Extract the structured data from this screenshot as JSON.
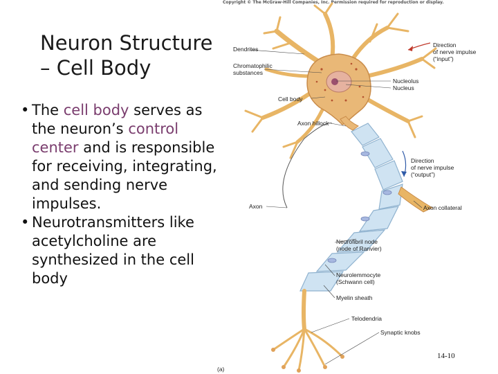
{
  "slide": {
    "title": "Neuron Structure – Cell Body",
    "bullets": [
      {
        "parts": [
          "The ",
          "cell body",
          " serves as the neuron’s ",
          "control center",
          " and is responsible for receiving, integrating, and sending nerve impulses."
        ]
      },
      {
        "parts": [
          "Neurotransmitters like acetylcholine are synthesized in the cell body"
        ]
      }
    ],
    "page_number": "14-10"
  },
  "figure": {
    "copyright": "Copyright © The McGraw-Hill Companies, Inc. Permission required for reproduction or display.",
    "panel_label": "(a)",
    "labels": {
      "dendrites": "Dendrites",
      "chromatophilic_1": "Chromatophilic",
      "chromatophilic_2": "substances",
      "nucleolus": "Nucleolus",
      "nucleus": "Nucleus",
      "cell_body": "Cell body",
      "axon_hillock": "Axon hillock",
      "axon": "Axon",
      "dir_in_1": "Direction",
      "dir_in_2": "of nerve impulse",
      "dir_in_3": "(“input”)",
      "dir_out_1": "Direction",
      "dir_out_2": "of nerve impulse",
      "dir_out_3": "(“output”)",
      "axon_collateral": "Axon collateral",
      "neurofibril_1": "Neurofibril node",
      "neurofibril_2": "(node of Ranvier)",
      "neurolemmocyte_1": "Neurolemmocyte",
      "neurolemmocyte_2": "(Schwann cell)",
      "myelin": "Myelin sheath",
      "telodendria": "Telodendria",
      "synaptic": "Synaptic knobs"
    },
    "colors": {
      "cell_body": "#e9b877",
      "dendrite": "#e8b565",
      "myelin": "#cfe3f2",
      "myelin_edge": "#8fb2cf",
      "nucleus": "#d9a08e",
      "arrow": "#c0392b"
    }
  }
}
